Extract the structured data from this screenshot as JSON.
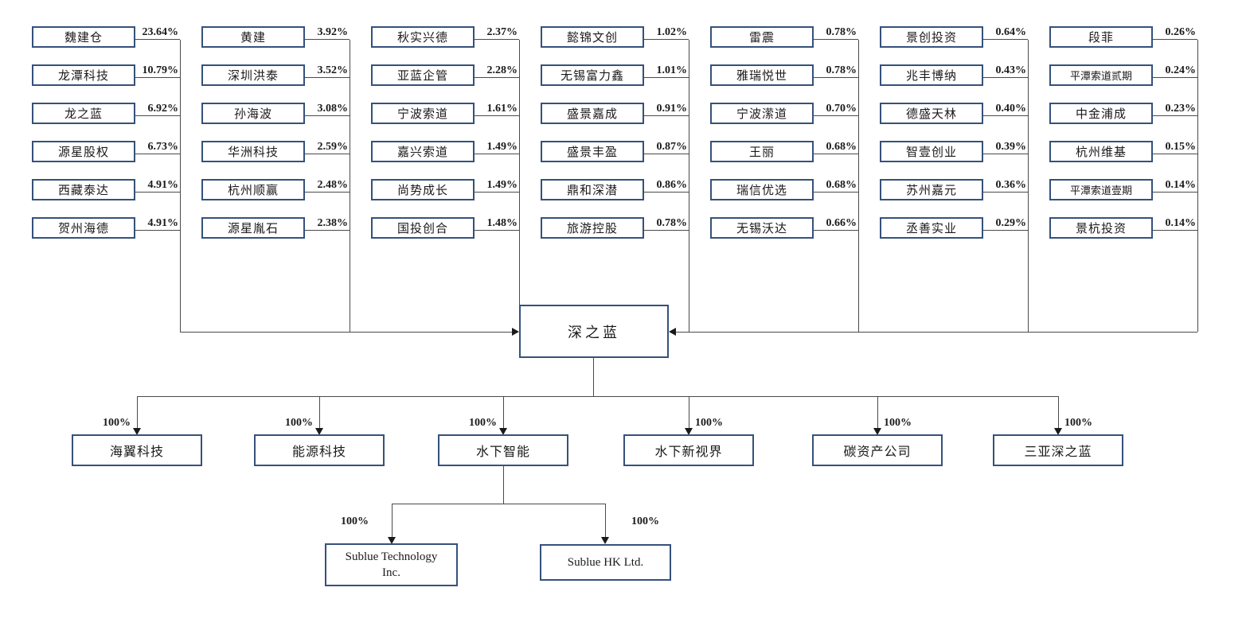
{
  "colors": {
    "box_border": "#35517b",
    "connector_line": "#4a4a4a",
    "arrow": "#1a1a1a",
    "text": "#1a1a1a",
    "background": "#ffffff"
  },
  "company": {
    "name": "深之蓝"
  },
  "shareholders": {
    "columns": [
      {
        "items": [
          {
            "name": "魏建仓",
            "percent": "23.64%"
          },
          {
            "name": "龙潭科技",
            "percent": "10.79%"
          },
          {
            "name": "龙之蓝",
            "percent": "6.92%"
          },
          {
            "name": "源星股权",
            "percent": "6.73%"
          },
          {
            "name": "西藏泰达",
            "percent": "4.91%"
          },
          {
            "name": "贺州海德",
            "percent": "4.91%"
          }
        ]
      },
      {
        "items": [
          {
            "name": "黄建",
            "percent": "3.92%"
          },
          {
            "name": "深圳洪泰",
            "percent": "3.52%"
          },
          {
            "name": "孙海波",
            "percent": "3.08%"
          },
          {
            "name": "华洲科技",
            "percent": "2.59%"
          },
          {
            "name": "杭州顺赢",
            "percent": "2.48%"
          },
          {
            "name": "源星胤石",
            "percent": "2.38%"
          }
        ]
      },
      {
        "items": [
          {
            "name": "秋实兴德",
            "percent": "2.37%"
          },
          {
            "name": "亚蓝企管",
            "percent": "2.28%"
          },
          {
            "name": "宁波索道",
            "percent": "1.61%"
          },
          {
            "name": "嘉兴索道",
            "percent": "1.49%"
          },
          {
            "name": "尚势成长",
            "percent": "1.49%"
          },
          {
            "name": "国投创合",
            "percent": "1.48%"
          }
        ]
      },
      {
        "items": [
          {
            "name": "懿锦文创",
            "percent": "1.02%"
          },
          {
            "name": "无锡富力鑫",
            "percent": "1.01%"
          },
          {
            "name": "盛景嘉成",
            "percent": "0.91%"
          },
          {
            "name": "盛景丰盈",
            "percent": "0.87%"
          },
          {
            "name": "鼎和深潜",
            "percent": "0.86%"
          },
          {
            "name": "旅游控股",
            "percent": "0.78%"
          }
        ]
      },
      {
        "items": [
          {
            "name": "雷震",
            "percent": "0.78%"
          },
          {
            "name": "雅瑞悦世",
            "percent": "0.78%"
          },
          {
            "name": "宁波潆道",
            "percent": "0.70%"
          },
          {
            "name": "王丽",
            "percent": "0.68%"
          },
          {
            "name": "瑞信优选",
            "percent": "0.68%"
          },
          {
            "name": "无锡沃达",
            "percent": "0.66%"
          }
        ]
      },
      {
        "items": [
          {
            "name": "景创投资",
            "percent": "0.64%"
          },
          {
            "name": "兆丰博纳",
            "percent": "0.43%"
          },
          {
            "name": "德盛天林",
            "percent": "0.40%"
          },
          {
            "name": "智壹创业",
            "percent": "0.39%"
          },
          {
            "name": "苏州嘉元",
            "percent": "0.36%"
          },
          {
            "name": "丞善实业",
            "percent": "0.29%"
          }
        ]
      },
      {
        "items": [
          {
            "name": "段菲",
            "percent": "0.26%"
          },
          {
            "name": "平潭索道贰期",
            "percent": "0.24%"
          },
          {
            "name": "中金浦成",
            "percent": "0.23%"
          },
          {
            "name": "杭州维基",
            "percent": "0.15%"
          },
          {
            "name": "平潭索道壹期",
            "percent": "0.14%"
          },
          {
            "name": "景杭投资",
            "percent": "0.14%"
          }
        ]
      }
    ]
  },
  "subsidiaries": {
    "items": [
      {
        "name": "海翼科技",
        "percent": "100%"
      },
      {
        "name": "能源科技",
        "percent": "100%"
      },
      {
        "name": "水下智能",
        "percent": "100%"
      },
      {
        "name": "水下新视界",
        "percent": "100%"
      },
      {
        "name": "碳资产公司",
        "percent": "100%"
      },
      {
        "name": "三亚深之蓝",
        "percent": "100%"
      }
    ]
  },
  "sub_subsidiaries": {
    "items": [
      {
        "name": "Sublue Technology Inc.",
        "percent": "100%"
      },
      {
        "name": "Sublue HK Ltd.",
        "percent": "100%"
      }
    ]
  }
}
